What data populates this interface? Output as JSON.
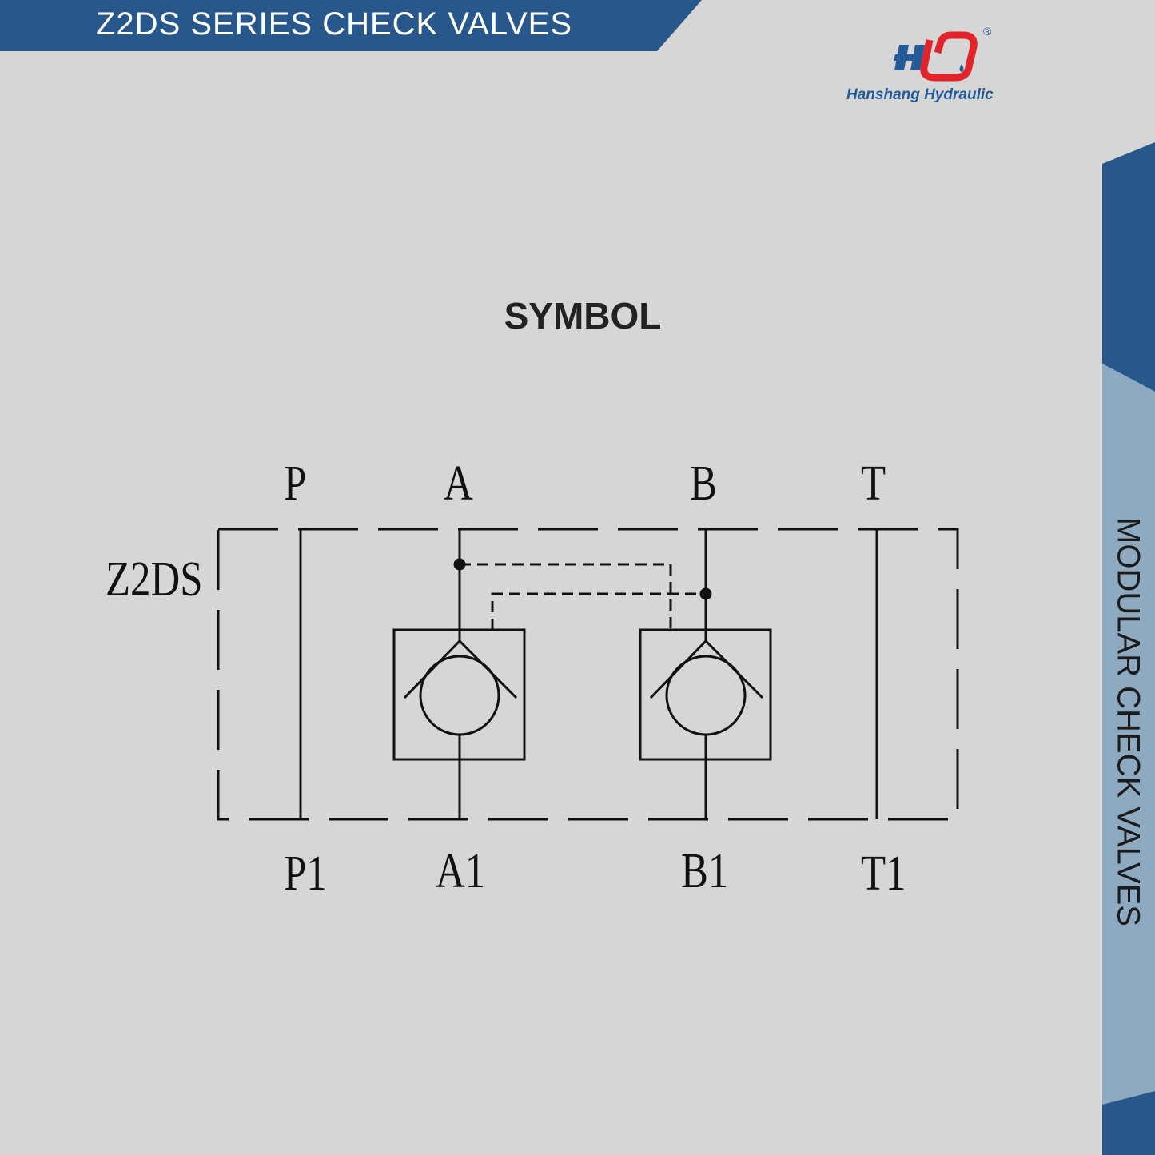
{
  "header": {
    "title": "Z2DS SERIES CHECK VALVES"
  },
  "brand": {
    "logo_text": "HU",
    "name": "Hanshang Hydraulic",
    "registered": "®"
  },
  "section": {
    "title": "SYMBOL"
  },
  "sidebar": {
    "text": "MODULAR CHECK VALVES"
  },
  "diagram": {
    "model_label": "Z2DS",
    "top_ports": [
      "P",
      "A",
      "B",
      "T"
    ],
    "bottom_ports": [
      "P1",
      "A1",
      "B1",
      "T1"
    ]
  },
  "colors": {
    "primary_blue": "#27578b",
    "light_blue": "#8eaac1",
    "background": "#d6d6d6",
    "logo_red": "#e0242a"
  }
}
